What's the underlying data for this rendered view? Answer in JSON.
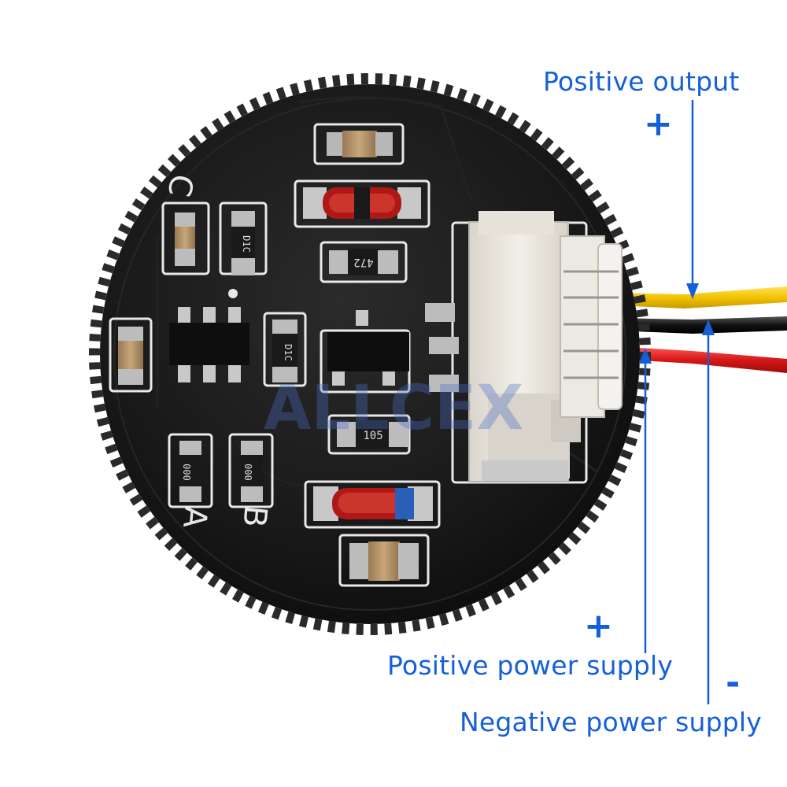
{
  "labels": {
    "positive_output": "Positive output",
    "positive_supply": "Positive power supply",
    "negative_supply": "Negative power supply"
  },
  "signs": {
    "output_plus": "+",
    "supply_plus": "+",
    "supply_minus": "-"
  },
  "board_marks": {
    "pad_c": "C",
    "pad_a": "A",
    "pad_b": "B",
    "res_top": "472",
    "res_mid": "105",
    "diode_1": "D1C",
    "diode_2": "D1C",
    "res_a": "000",
    "res_b": "000",
    "watermark": "ALLCEX"
  },
  "colors": {
    "annotation": "#1560d9",
    "board": "#161616",
    "wire_yellow": "#f2c200",
    "wire_black": "#111111",
    "wire_red": "#d81818"
  }
}
